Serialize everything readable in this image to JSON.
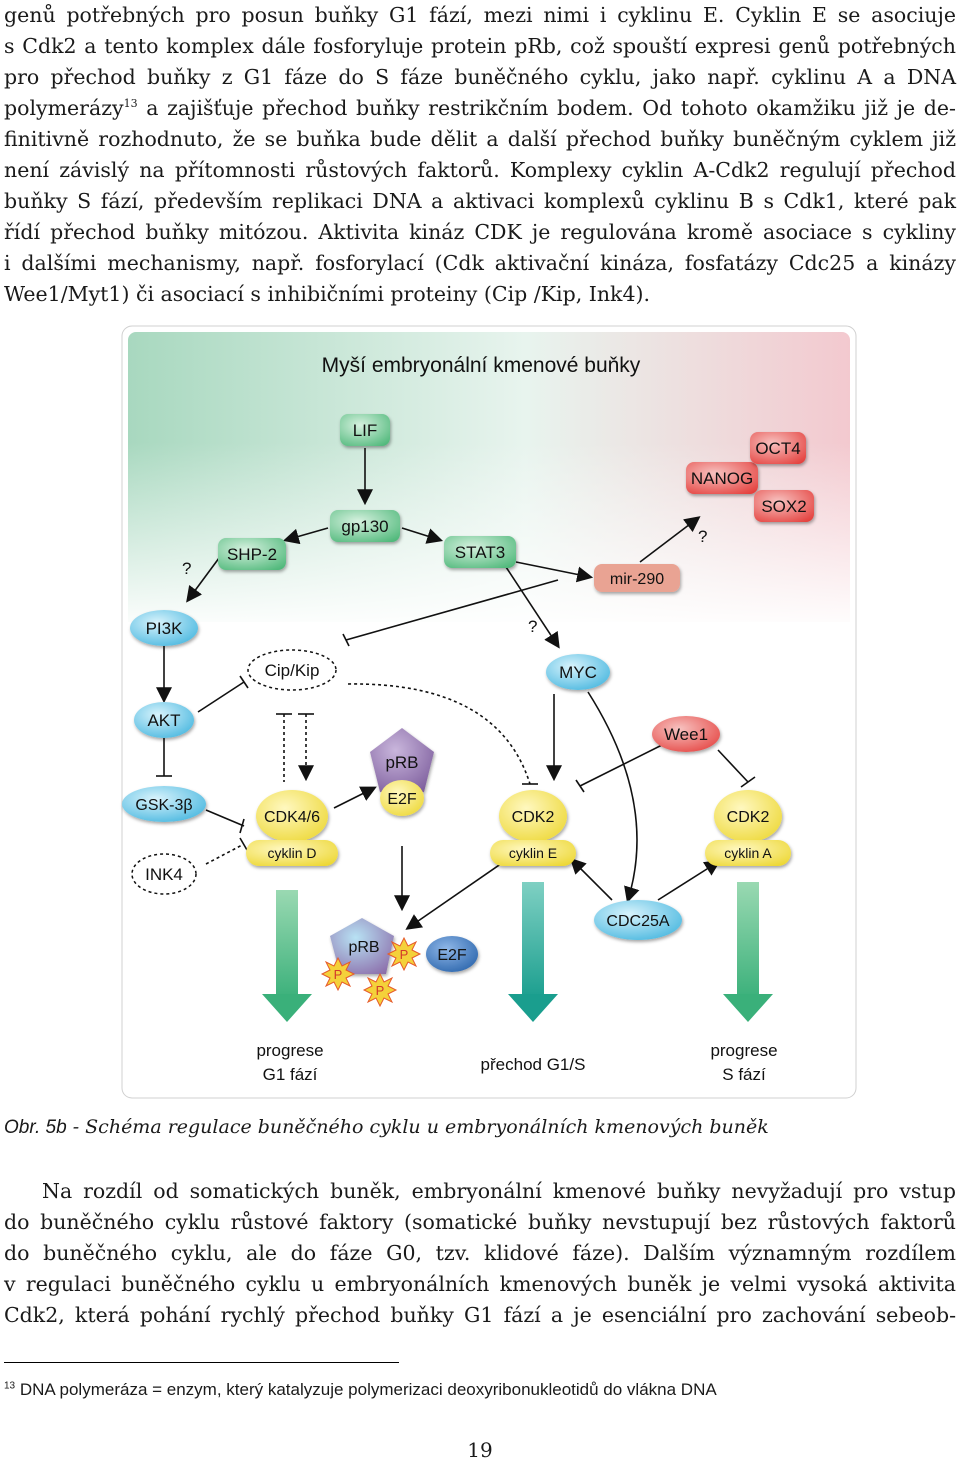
{
  "top_paragraph": {
    "lines": [
      "genů potřebných pro posun buňky G1 fází, mezi nimi i cyklinu E. Cyklin E se asociuje",
      "s Cdk2 a tento komplex dále fosforyluje protein pRb, což spouští expresi genů potřebných",
      "pro přechod buňky z G1 fáze do S fáze buněčného cyklu, jako např. cyklinu A a DNA",
      "polymerázy",
      "13",
      " a zajišťuje přechod buňky restrikčním bodem. Od tohoto okamžiku již je de-",
      "finitivně rozhodnuto, že se buňka bude dělit a další přechod buňky buněčným cyklem již",
      "není závislý na přítomnosti růstových faktorů. Komplexy cyklin A-Cdk2 regulují přechod",
      "buňky S fází, především replikaci DNA a aktivaci komplexů cyklinu B s Cdk1, které pak",
      "řídí přechod buňky mitózou. Aktivita kináz CDK je regulována kromě asociace s cykliny",
      "i dalšími mechanismy, např. fosforylací (Cdk aktivační kináza, fosfatázy Cdc25 a kinázy",
      "Wee1/Myt1) či asociací s inhibičními proteiny (Cip /Kip, Ink4)."
    ]
  },
  "figure": {
    "title": "Myší embryonální kmenové buňky",
    "nodes": {
      "lif": "LIF",
      "gp130": "gp130",
      "shp2": "SHP-2",
      "stat3": "STAT3",
      "mir290": "mir-290",
      "nanog": "NANOG",
      "oct4": "OCT4",
      "sox2": "SOX2",
      "pi3k": "PI3K",
      "cipkip": "Cip/Kip",
      "myc": "MYC",
      "akt": "AKT",
      "gsk3b": "GSK-3β",
      "ink4": "INK4",
      "cdk46": "CDK4/6",
      "cyklin_d": "cyklin D",
      "prb": "pRB",
      "e2f": "E2F",
      "cdk2_e": "CDK2",
      "cyklin_e": "cyklin E",
      "wee1": "Wee1",
      "cdk2_a": "CDK2",
      "cyklin_a": "cyklin A",
      "cdc25a": "CDC25A",
      "prb_p": "pRB",
      "p": "P",
      "e2f_free": "E2F",
      "q": "?"
    },
    "labels": {
      "g1_line1": "progrese",
      "g1_line2": "G1 fází",
      "g1s": "přechod G1/S",
      "s_line1": "progrese",
      "s_line2": "S fází"
    },
    "colors": {
      "green_box": "#4fb87a",
      "blue_node": "#5bc4e6",
      "yellow_node": "#f3e34a",
      "red_node": "#e8524f",
      "purple_node": "#8a6aa8",
      "mir_box": "#e9a393",
      "dark_blue_node": "#2e6cb4",
      "burst": "#f4d13a",
      "green_arrow": "#3ab07a",
      "teal_arrow": "#1a9e8e"
    }
  },
  "caption": {
    "label": "Obr. 5b",
    "text": " - Schéma regulace buněčného cyklu u embryonálních kmenových buněk"
  },
  "bottom_paragraph": {
    "lines": [
      "Na rozdíl od somatických buněk, embryonální kmenové buňky nevyžadují pro vstup",
      "do buněčného cyklu růstové faktory (somatické buňky nevstupují bez růstových faktorů",
      "do buněčného cyklu, ale do fáze G0, tzv. klidové fáze). Dalším významným rozdílem",
      "v regulaci buněčného cyklu u embryonálních kmenových buněk je velmi vysoká aktivita",
      "Cdk2, která pohání rychlý přechod buňky G1 fází a je esenciální pro zachování sebeob-"
    ]
  },
  "footnote": {
    "number": "13",
    "text": " DNA polymeráza = enzym, který katalyzuje polymerizaci deoxyribonukleotidů do vlákna DNA"
  },
  "page_number": "19"
}
